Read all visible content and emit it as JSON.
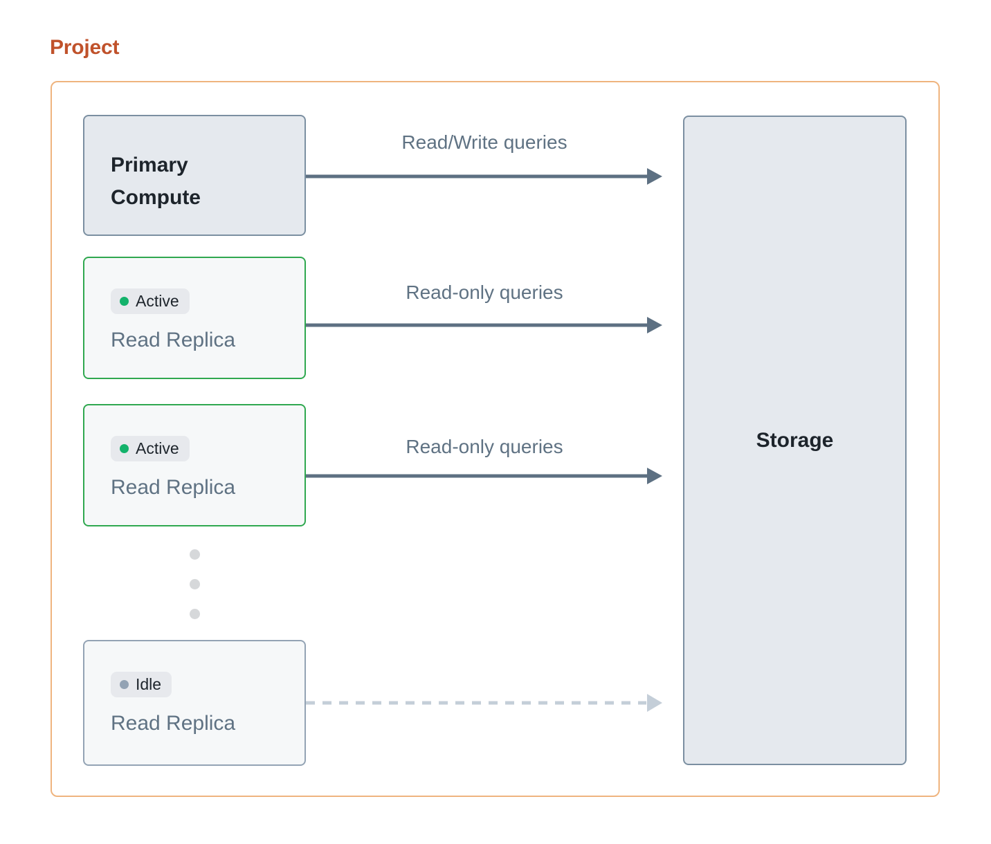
{
  "page": {
    "title": "Project",
    "title_color": "#C0522B",
    "container_border_color": "#EFB47E"
  },
  "nodes": {
    "primary": {
      "name": "Primary Compute",
      "line1": "Primary",
      "line2": "Compute",
      "fill": "#E5E9EE",
      "border": "#7B8FA1"
    },
    "storage": {
      "name": "Storage",
      "fill": "#E5E9EE",
      "border": "#7B8FA1"
    },
    "replicas": [
      {
        "status": "Active",
        "status_dot_color": "#13B26B",
        "label": "Read Replica",
        "border": "#2FA84F",
        "fill": "#F6F8F9"
      },
      {
        "status": "Active",
        "status_dot_color": "#13B26B",
        "label": "Read Replica",
        "border": "#2FA84F",
        "fill": "#F6F8F9"
      },
      {
        "status": "Idle",
        "status_dot_color": "#93A3B4",
        "label": "Read Replica",
        "border": "#93A3B4",
        "fill": "#F6F8F9"
      }
    ]
  },
  "connectors": [
    {
      "label": "Read/Write queries",
      "from": "Primary Compute",
      "to": "Storage",
      "style": "solid",
      "color": "#5D7082"
    },
    {
      "label": "Read-only queries",
      "from": "Read Replica (Active)",
      "to": "Storage",
      "style": "solid",
      "color": "#5D7082"
    },
    {
      "label": "Read-only queries",
      "from": "Read Replica (Active)",
      "to": "Storage",
      "style": "solid",
      "color": "#5D7082"
    },
    {
      "label": "",
      "from": "Read Replica (Idle)",
      "to": "Storage",
      "style": "dashed",
      "color": "#C4CEd8"
    }
  ],
  "ellipsis": {
    "count": 3,
    "color": "#D6D8DA"
  }
}
